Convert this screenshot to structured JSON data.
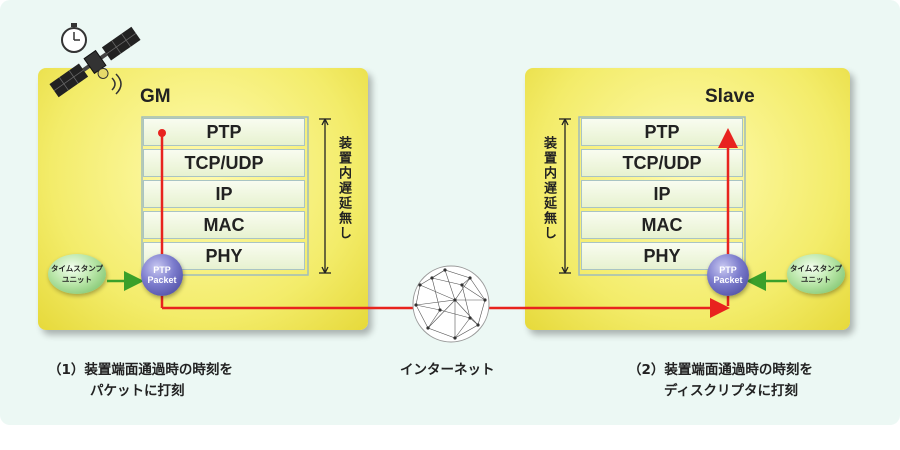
{
  "gm": {
    "title": "GM",
    "layers": [
      "PTP",
      "TCP/UDP",
      "IP",
      "MAC",
      "PHY"
    ],
    "delay_label": "装置内遅延無し",
    "orb_line1": "PTP",
    "orb_line2": "Packet",
    "unit_line1": "タイムスタンプ",
    "unit_line2": "ユニット",
    "caption_line1": "（1）装置端面通過時の時刻を",
    "caption_line2": "パケットに打刻"
  },
  "slave": {
    "title": "Slave",
    "layers": [
      "PTP",
      "TCP/UDP",
      "IP",
      "MAC",
      "PHY"
    ],
    "delay_label": "装置内遅延無し",
    "orb_line1": "PTP",
    "orb_line2": "Packet",
    "unit_line1": "タイムスタンプ",
    "unit_line2": "ユニット",
    "caption_line1": "（2）装置端面通過時の時刻を",
    "caption_line2": "ディスクリプタに打刻"
  },
  "network": {
    "label": "インターネット"
  },
  "colors": {
    "signal_line": "#e8231e",
    "unit_arrow": "#3aa02a",
    "device_fill": "#f3ec6a"
  },
  "icons": [
    "satellite-icon",
    "stopwatch-icon",
    "network-globe-icon"
  ]
}
